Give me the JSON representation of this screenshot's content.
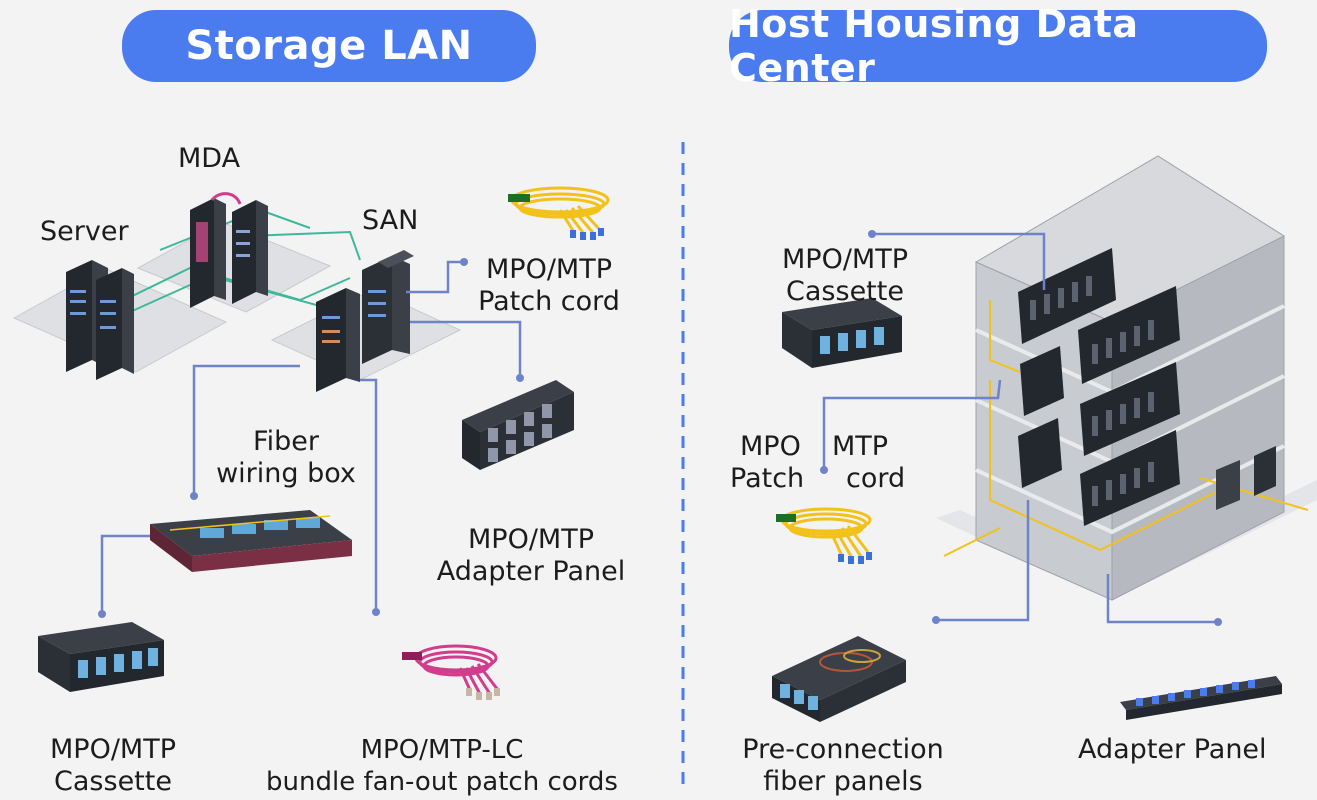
{
  "headers": {
    "left": "Storage LAN",
    "right": "Host Housing Data Center"
  },
  "left_labels": {
    "server": "Server",
    "mda": "MDA",
    "san": "SAN",
    "patch_cord_line1": "MPO/MTP",
    "patch_cord_line2": "Patch cord",
    "fiber_box_line1": "Fiber",
    "fiber_box_line2": "wiring box",
    "adapter_panel_line1": "MPO/MTP",
    "adapter_panel_line2": "Adapter Panel",
    "cassette_line1": "MPO/MTP",
    "cassette_line2": "Cassette",
    "fanout_line1": "MPO/MTP-LC",
    "fanout_line2": "bundle fan-out patch cords"
  },
  "right_labels": {
    "cassette_line1": "MPO/MTP",
    "cassette_line2": "Cassette",
    "patch_mpo": "MPO",
    "patch_mtp": "MTP",
    "patch_word": "Patch",
    "patch_cord": "cord",
    "preconn_line1": "Pre-connection",
    "preconn_line2": "fiber panels",
    "adapter_panel": "Adapter Panel"
  },
  "colors": {
    "header_pill": "#4a7cf0",
    "connector_line": "#6f83c9",
    "divider": "#4a7cf0",
    "trunk_line": "#3fb89a",
    "fiber_yellow": "#f2c21b",
    "fiber_pink": "#d23c8c",
    "equipment_dark": "#2b2f36",
    "building_grey": "#b9bcc2"
  }
}
